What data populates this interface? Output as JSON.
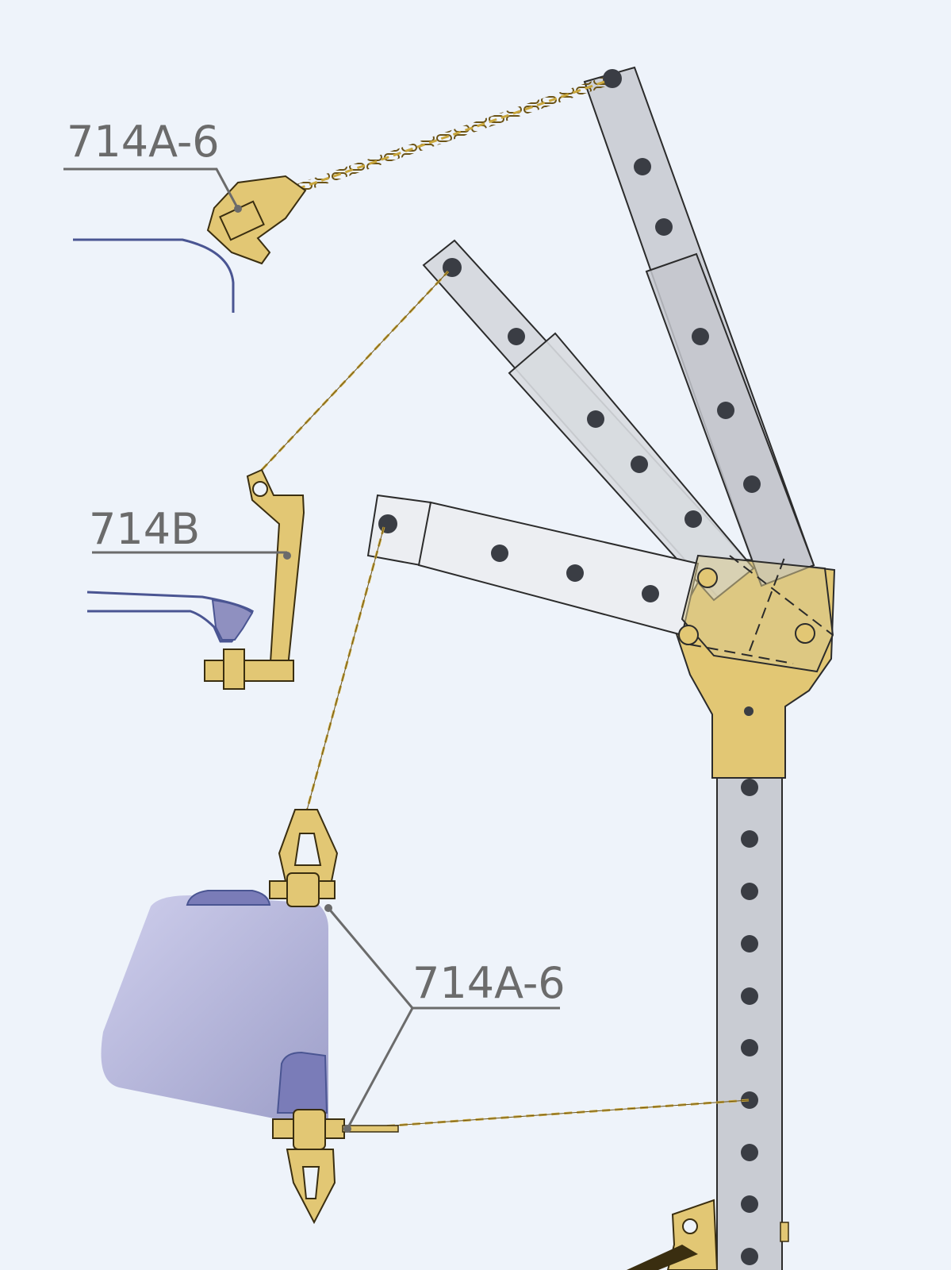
{
  "diagram": {
    "labels": {
      "top_part": "714A-6",
      "middle_part": "714B",
      "bottom_part": "714A-6"
    },
    "colors": {
      "background": "#eef3fa",
      "gold": "#e2c774",
      "gold_stroke": "#3a2e10",
      "pipe": "#c9ccd3",
      "hole": "#3a3d44",
      "leader": "#6b6b6b",
      "vessel": "#8f90c0"
    }
  }
}
